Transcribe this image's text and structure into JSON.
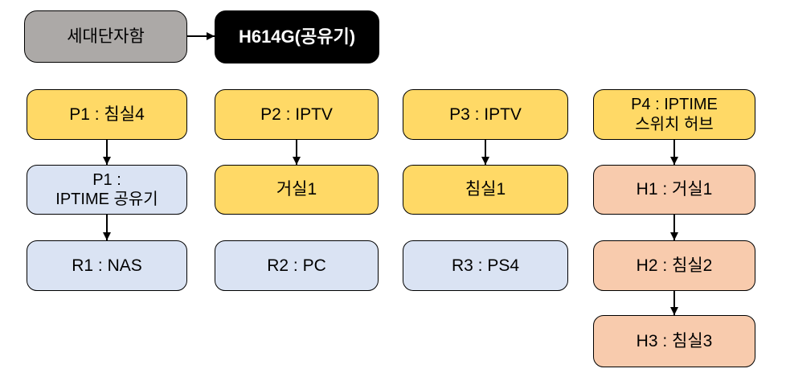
{
  "diagram": {
    "type": "flowchart",
    "description": "Home network port mapping diagram",
    "palette": {
      "junction_fill": "#ACA9A7",
      "router_fill": "#000000",
      "router_text": "#FFFFFF",
      "port_fill": "#FFD966",
      "device_fill": "#DAE3F3",
      "hub_fill": "#F8CBAD",
      "border": "#000000",
      "text": "#000000"
    },
    "header": {
      "junction_box": "세대단자함",
      "main_router": "H614G(공유기)",
      "arrow": "junction_box→main_router"
    },
    "columns": [
      {
        "name": "port-1",
        "nodes": [
          {
            "id": "p1",
            "label": "P1 : 침실4",
            "role": "port"
          },
          {
            "id": "p1-iptime-router",
            "label": "P1 :\nIPTIME 공유기",
            "role": "device"
          },
          {
            "id": "r1",
            "label": "R1 : NAS",
            "role": "device"
          }
        ],
        "arrows": [
          "p1→p1-iptime-router",
          "p1-iptime-router→r1"
        ]
      },
      {
        "name": "port-2",
        "nodes": [
          {
            "id": "p2",
            "label": "P2 : IPTV",
            "role": "port"
          },
          {
            "id": "living-room-1",
            "label": "거실1",
            "role": "port"
          },
          {
            "id": "r2",
            "label": "R2 : PC",
            "role": "device"
          }
        ],
        "arrows": [
          "p2→living-room-1"
        ]
      },
      {
        "name": "port-3",
        "nodes": [
          {
            "id": "p3",
            "label": "P3 : IPTV",
            "role": "port"
          },
          {
            "id": "bedroom-1",
            "label": "침실1",
            "role": "port"
          },
          {
            "id": "r3",
            "label": "R3 : PS4",
            "role": "device"
          }
        ],
        "arrows": [
          "p3→bedroom-1"
        ]
      },
      {
        "name": "port-4",
        "nodes": [
          {
            "id": "p4",
            "label": "P4 : IPTIME\n스위치 허브",
            "role": "port"
          },
          {
            "id": "h1",
            "label": "H1 : 거실1",
            "role": "hub"
          },
          {
            "id": "h2",
            "label": "H2 : 침실2",
            "role": "hub"
          },
          {
            "id": "h3",
            "label": "H3 : 침실3",
            "role": "hub"
          }
        ],
        "arrows": [
          "p4→h1",
          "h1→h2",
          "h2→h3"
        ]
      }
    ]
  }
}
